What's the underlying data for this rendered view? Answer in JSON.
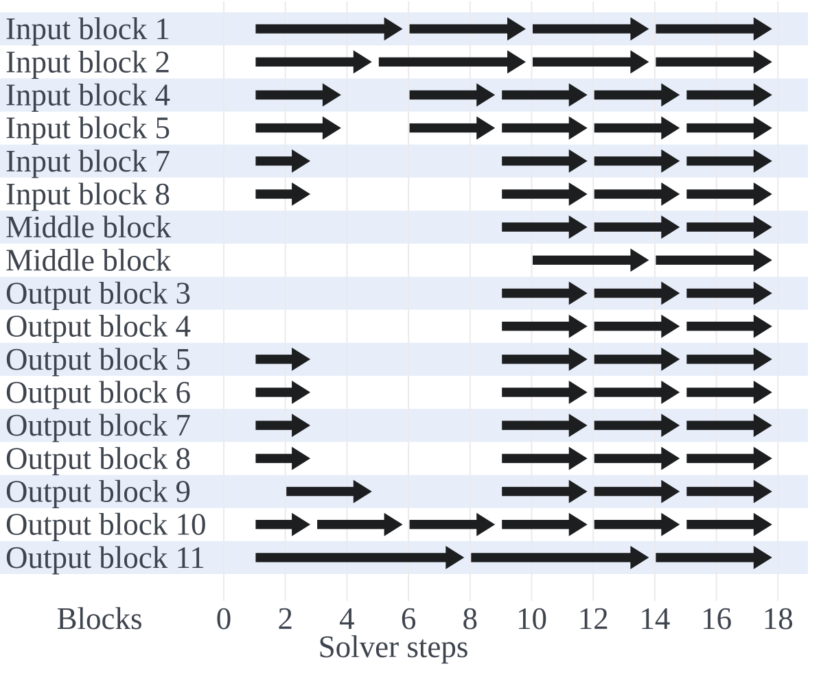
{
  "chart_data": {
    "type": "arrow-gantt",
    "xlabel": "Solver steps",
    "ylabel": "Blocks",
    "x_ticks": [
      0,
      2,
      4,
      6,
      8,
      10,
      12,
      14,
      16,
      18
    ],
    "xlim": [
      0,
      18
    ],
    "grid": "vertical-gridlines-at-even-steps",
    "legend": "none",
    "rows": [
      {
        "label": "Input block 1",
        "arrows": [
          [
            1,
            6
          ],
          [
            6,
            10
          ],
          [
            10,
            14
          ],
          [
            14,
            18
          ]
        ]
      },
      {
        "label": "Input block 2",
        "arrows": [
          [
            1,
            5
          ],
          [
            5,
            10
          ],
          [
            10,
            14
          ],
          [
            14,
            18
          ]
        ]
      },
      {
        "label": "Input block 4",
        "arrows": [
          [
            1,
            4
          ],
          [
            6,
            9
          ],
          [
            9,
            12
          ],
          [
            12,
            15
          ],
          [
            15,
            18
          ]
        ]
      },
      {
        "label": "Input block 5",
        "arrows": [
          [
            1,
            4
          ],
          [
            6,
            9
          ],
          [
            9,
            12
          ],
          [
            12,
            15
          ],
          [
            15,
            18
          ]
        ]
      },
      {
        "label": "Input block 7",
        "arrows": [
          [
            1,
            3
          ],
          [
            9,
            12
          ],
          [
            12,
            15
          ],
          [
            15,
            18
          ]
        ]
      },
      {
        "label": "Input block 8",
        "arrows": [
          [
            1,
            3
          ],
          [
            9,
            12
          ],
          [
            12,
            15
          ],
          [
            15,
            18
          ]
        ]
      },
      {
        "label": "Middle block",
        "arrows": [
          [
            9,
            12
          ],
          [
            12,
            15
          ],
          [
            15,
            18
          ]
        ]
      },
      {
        "label": "Middle block",
        "arrows": [
          [
            10,
            14
          ],
          [
            14,
            18
          ]
        ]
      },
      {
        "label": "Output block 3",
        "arrows": [
          [
            9,
            12
          ],
          [
            12,
            15
          ],
          [
            15,
            18
          ]
        ]
      },
      {
        "label": "Output block 4",
        "arrows": [
          [
            9,
            12
          ],
          [
            12,
            15
          ],
          [
            15,
            18
          ]
        ]
      },
      {
        "label": "Output block 5",
        "arrows": [
          [
            1,
            3
          ],
          [
            9,
            12
          ],
          [
            12,
            15
          ],
          [
            15,
            18
          ]
        ]
      },
      {
        "label": "Output block 6",
        "arrows": [
          [
            1,
            3
          ],
          [
            9,
            12
          ],
          [
            12,
            15
          ],
          [
            15,
            18
          ]
        ]
      },
      {
        "label": "Output block 7",
        "arrows": [
          [
            1,
            3
          ],
          [
            9,
            12
          ],
          [
            12,
            15
          ],
          [
            15,
            18
          ]
        ]
      },
      {
        "label": "Output block 8",
        "arrows": [
          [
            1,
            3
          ],
          [
            9,
            12
          ],
          [
            12,
            15
          ],
          [
            15,
            18
          ]
        ]
      },
      {
        "label": "Output block 9",
        "arrows": [
          [
            2,
            5
          ],
          [
            9,
            12
          ],
          [
            12,
            15
          ],
          [
            15,
            18
          ]
        ]
      },
      {
        "label": "Output block 10",
        "arrows": [
          [
            1,
            3
          ],
          [
            3,
            6
          ],
          [
            6,
            9
          ],
          [
            9,
            12
          ],
          [
            12,
            15
          ],
          [
            15,
            18
          ]
        ]
      },
      {
        "label": "Output block 11",
        "arrows": [
          [
            1,
            8
          ],
          [
            8,
            14
          ],
          [
            14,
            18
          ]
        ]
      }
    ],
    "colors": {
      "background": "#ffffff",
      "row_stripe": "#e7eefa",
      "arrow": "#1d1e20",
      "text": "#3e444e",
      "gridline": "#eceaec"
    }
  }
}
